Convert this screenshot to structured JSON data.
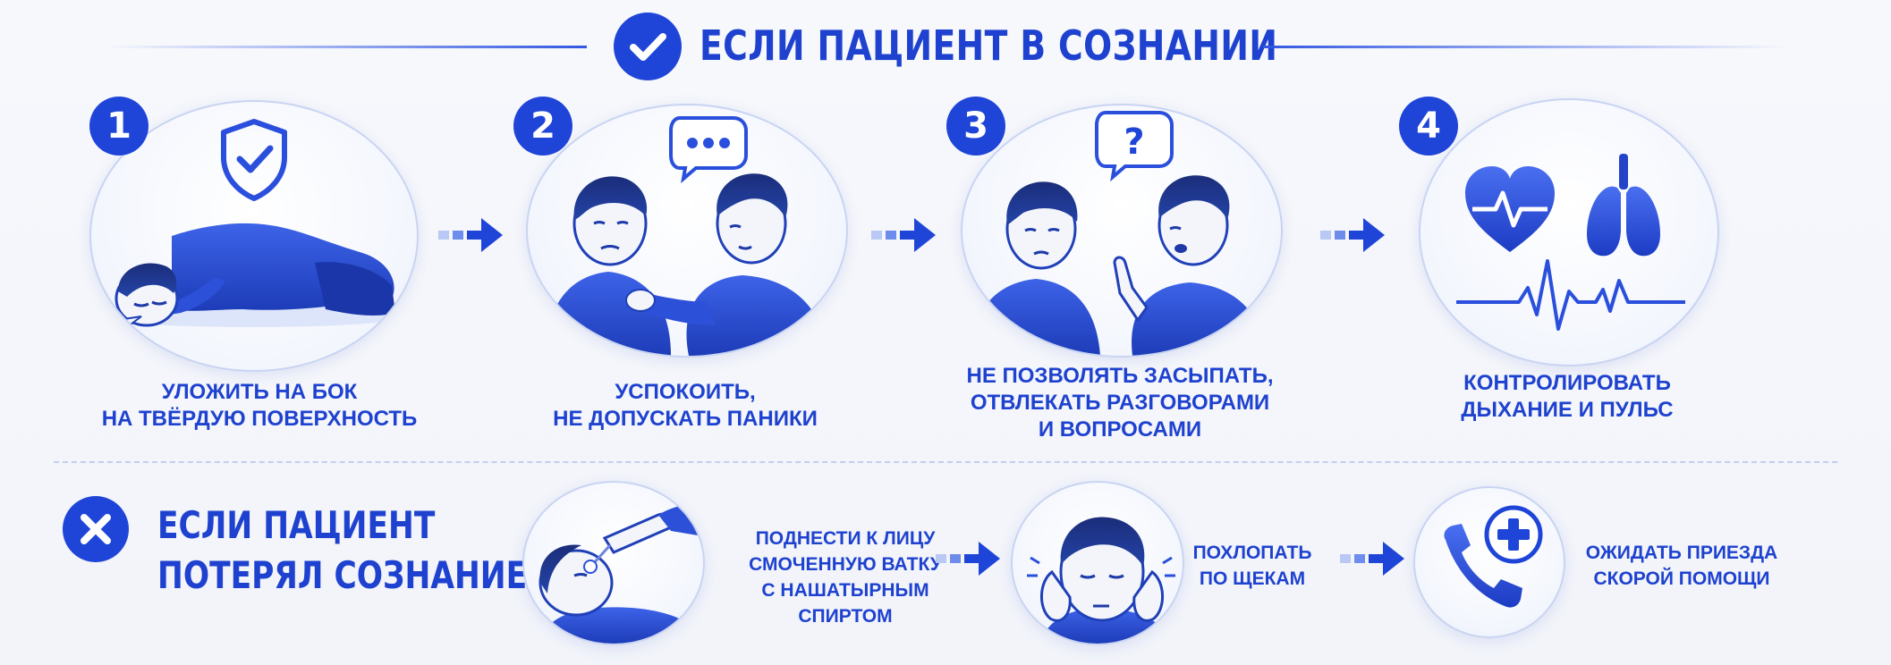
{
  "header": {
    "title": "ЕСЛИ ПАЦИЕНТ В СОЗНАНИИ",
    "icon": "check-circle-icon"
  },
  "conscious_steps": [
    {
      "number": "1",
      "caption": "УЛОЖИТЬ НА БОК\nНА ТВЁРДУЮ ПОВЕРХНОСТЬ",
      "illustration": "person-lying-on-side-with-shield-check-icon"
    },
    {
      "number": "2",
      "caption": "УСПОКОИТЬ,\nНЕ ДОПУСКАТЬ ПАНИКИ",
      "illustration": "person-comforting-worried-patient-speech-bubble-icon"
    },
    {
      "number": "3",
      "caption": "НЕ ПОЗВОЛЯТЬ ЗАСЫПАТЬ,\nОТВЛЕКАТЬ РАЗГОВОРАМИ\nИ ВОПРОСАМИ",
      "illustration": "person-asking-question-bubble-icon"
    },
    {
      "number": "4",
      "caption": "КОНТРОЛИРОВАТЬ\nДЫХАНИЕ И ПУЛЬС",
      "illustration": "heart-lungs-pulse-icon"
    }
  ],
  "unconscious": {
    "title": "ЕСЛИ ПАЦИЕНТ\nПОТЕРЯЛ СОЗНАНИЕ",
    "icon": "x-circle-icon",
    "steps": [
      {
        "caption": "ПОДНЕСТИ К ЛИЦУ\nСМОЧЕННУЮ ВАТКУ\nС НАШАТЫРНЫМ СПИРТОМ",
        "illustration": "cotton-swab-to-face-icon"
      },
      {
        "caption": "ПОХЛОПАТЬ\nПО ЩЕКАМ",
        "illustration": "patting-cheeks-icon"
      },
      {
        "caption": "ОЖИДАТЬ ПРИЕЗДА\nСКОРОЙ ПОМОЩИ",
        "illustration": "phone-medical-cross-icon"
      }
    ]
  },
  "colors": {
    "primary": "#1f45d8",
    "dark": "#1a3aa8",
    "light": "#5b7de8",
    "background": "#f5f7fc"
  }
}
